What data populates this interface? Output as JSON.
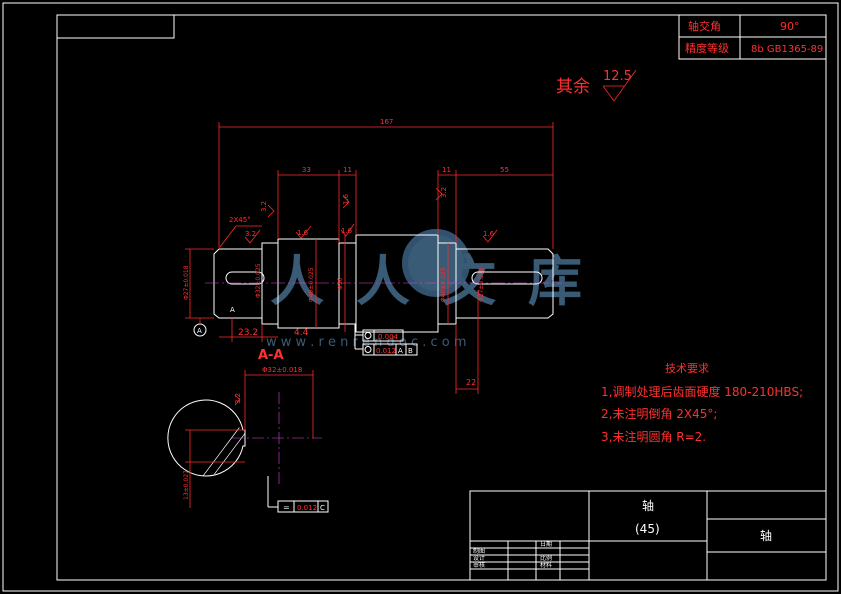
{
  "title_block_top": {
    "row1_label": "轴交角",
    "row1_value": "90°",
    "row2_label": "精度等级",
    "row2_value": "8b GB1365-89"
  },
  "surface_finish": {
    "label": "其余",
    "value": "12.5"
  },
  "dimensions": {
    "overall_length": "167",
    "d33": "33",
    "d11a": "11",
    "d11b": "11",
    "d55": "55",
    "d22": "22",
    "chamfer": "2X45°",
    "d23_2": "23.2",
    "d4_4": "4.4",
    "ra3_2_a": "3.2",
    "ra3_2_b": "3.2",
    "ra3_2_c": "3.2",
    "ra1_6_a": "1.6",
    "ra1_6_b": "1.6",
    "ra1_6_c": "1.6",
    "ra1_6_d": "1.6",
    "dia_left": "Φ27±0.018",
    "dia_2": "Φ32±0.025",
    "dia_3": "Φ40±0.025",
    "dia_4": "Φ36",
    "dia_5": "Φ40±0.025",
    "dia_6": "Φ27±0.018",
    "key_width": "Φ32±0.018",
    "key_depth": "13±0.027",
    "datum_a": "A",
    "datum_label_a": "A"
  },
  "tolerance_frames": {
    "f1_value": "0.004",
    "f2_value": "0.012",
    "f2_datum1": "A",
    "f2_datum2": "B",
    "f3_symbol": "=",
    "f3_value": "0.012",
    "f3_datum": "C"
  },
  "section_label": "A-A",
  "watermark": {
    "text": "人人文库",
    "url": "w w w . r e n r e n d o c . c o m"
  },
  "tech_requirements": {
    "heading": "技术要求",
    "items": [
      "1,调制处理后齿面硬度 180-210HBS;",
      "2,未注明倒角 2X45°;",
      "3,未注明圆角 R=2."
    ]
  },
  "title_block": {
    "part_name": "轴",
    "material": "(45)",
    "drawing_name": "轴",
    "labels": [
      "制图",
      "设计",
      "审核"
    ],
    "labels2": [
      "日期",
      "比例",
      "材料"
    ]
  }
}
